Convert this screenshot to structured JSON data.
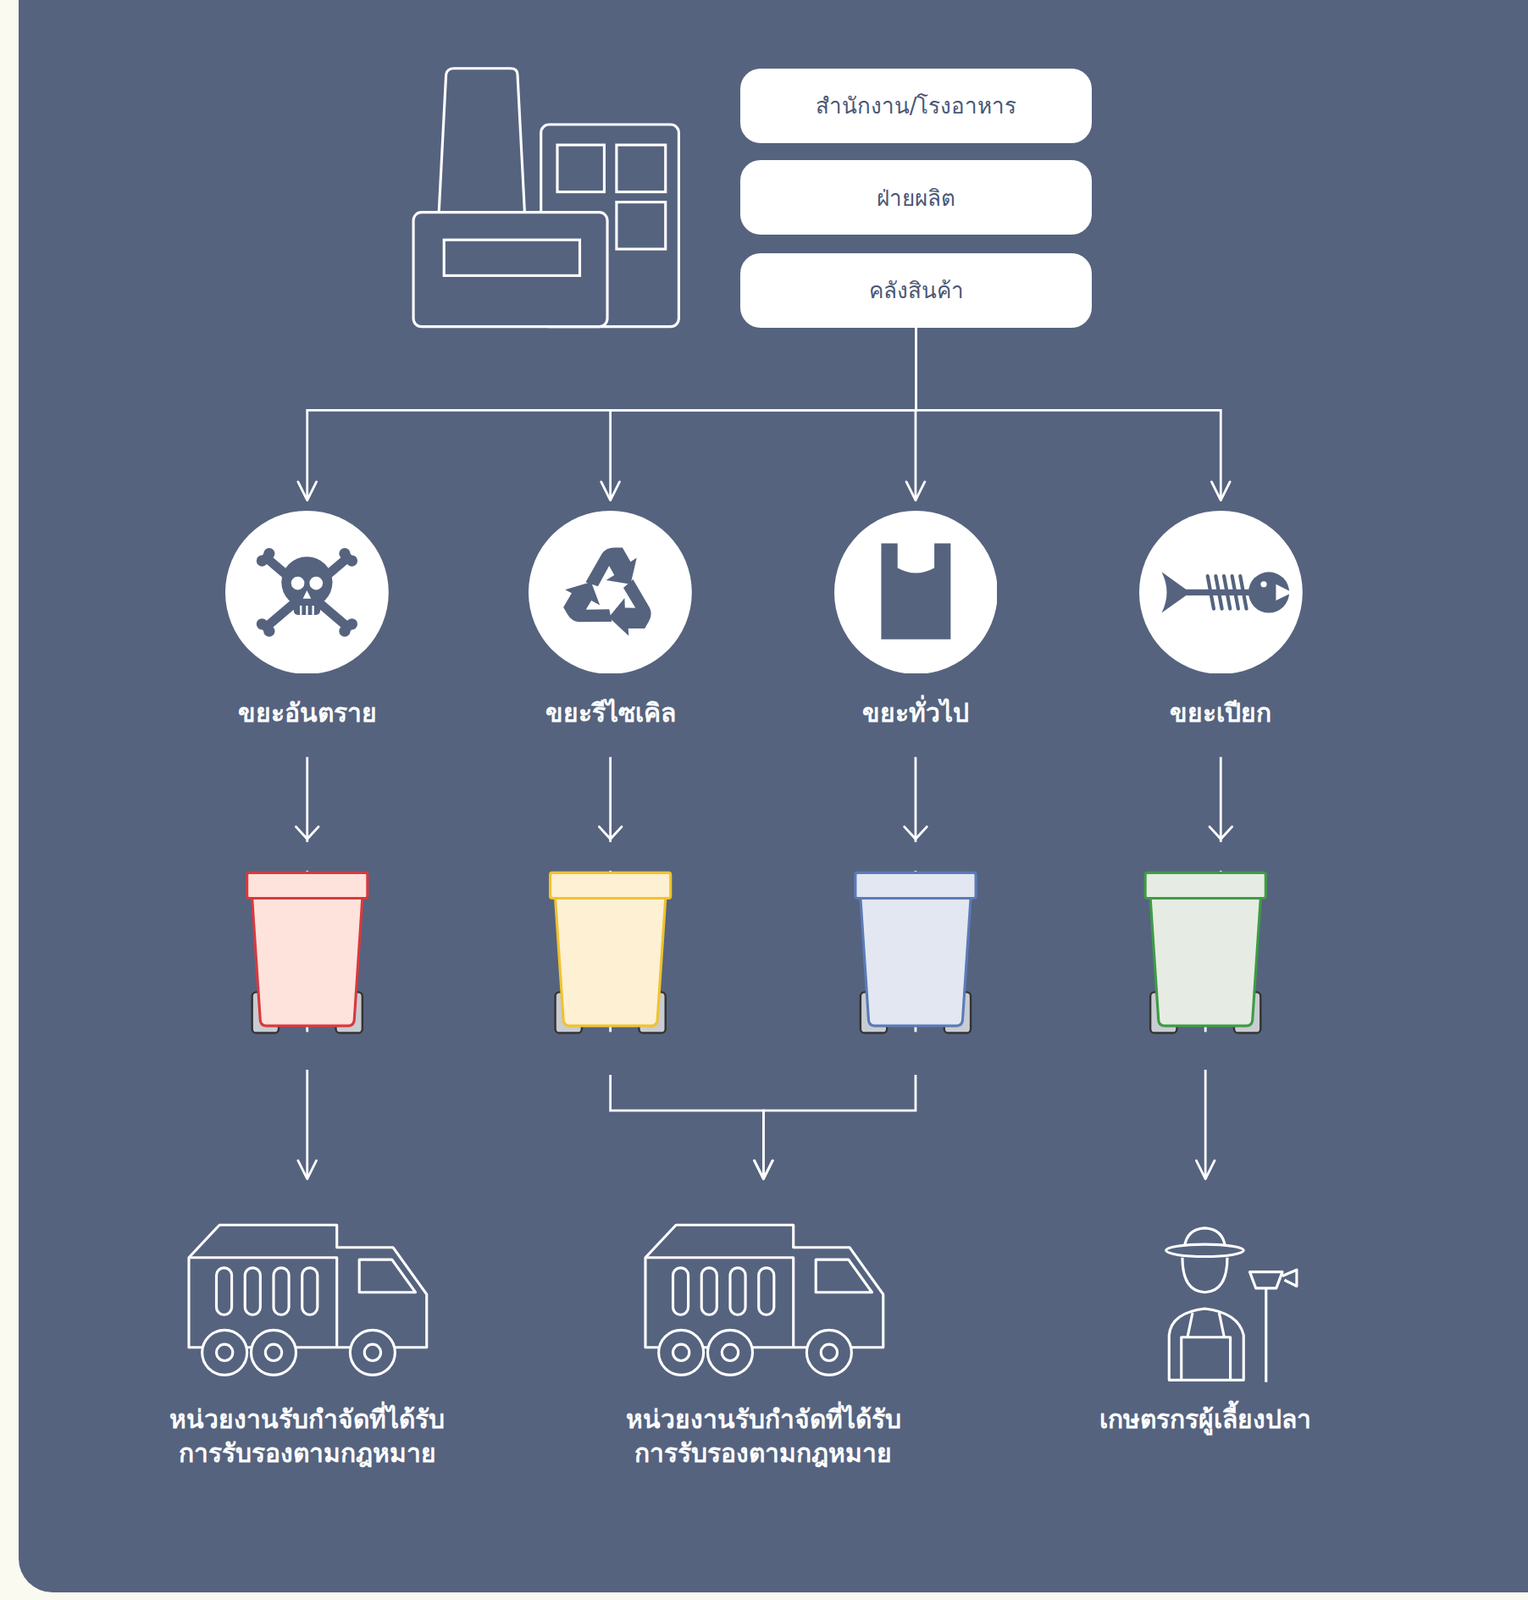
{
  "diagram": {
    "nodes": [
      {
        "text": [
          "สำนักงาน/โรงอาหาร"
        ]
      },
      {
        "text": [
          "ฝ่ายผลิต"
        ]
      },
      {
        "text": [
          "คลังสินค้า"
        ]
      },
      {
        "text": [
          "ขยะอันตราย"
        ]
      },
      {
        "text": [
          "ขยะรีไซเคิล"
        ]
      },
      {
        "text": [
          "ขยะทั่วไป"
        ]
      },
      {
        "text": [
          "ขยะเปียก"
        ]
      },
      {
        "text": [
          "หน่วยงานรับกำจัดที่ได้รับ การรับรองตามกฎหมาย"
        ]
      },
      {
        "text": [
          "หน่วยงานรับกำจัดที่ได้รับ การรับรองตามกฎหมาย"
        ]
      },
      {
        "text": [
          "เกษตรกรผู้เลี้ยงปลา"
        ]
      }
    ],
    "edges": [
      {
        "from": 2,
        "to": 3,
        "arrow": "to"
      },
      {
        "from": 2,
        "to": 4,
        "arrow": "to"
      },
      {
        "from": 2,
        "to": 5,
        "arrow": "to"
      },
      {
        "from": 2,
        "to": 6,
        "arrow": "to"
      },
      {
        "from": 3,
        "to": 7,
        "arrow": "to"
      },
      {
        "from": 4,
        "to": 8,
        "arrow": "to"
      },
      {
        "from": 5,
        "to": 8,
        "arrow": "to"
      },
      {
        "from": 6,
        "to": 9,
        "arrow": "to"
      }
    ]
  }
}
